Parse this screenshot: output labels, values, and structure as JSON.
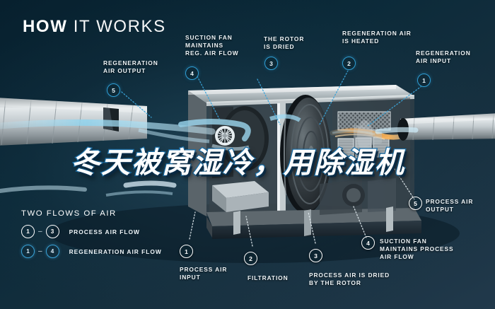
{
  "title": {
    "bold": "HOW",
    "light": "IT WORKS"
  },
  "headline": {
    "text": "冬天被窝湿冷，用除湿机"
  },
  "colors": {
    "background_top": "#07202e",
    "background_bottom": "#21394b",
    "accent_blue": "#2f9fd6",
    "text_white": "#eef4f7",
    "heater_orange": "#f0953a"
  },
  "legend": {
    "heading": "TWO FLOWS OF AIR",
    "rows": [
      {
        "from": "1",
        "to": "3",
        "dash": "–",
        "label": "PROCESS AIR FLOW",
        "style": "white"
      },
      {
        "from": "1",
        "to": "4",
        "dash": "–",
        "label": "REGENERATION AIR FLOW",
        "style": "blue"
      }
    ]
  },
  "callouts": [
    {
      "num": "5",
      "style": "blue",
      "label": "REGENERATION\nAIR OUTPUT",
      "label_l1": "REGENERATION",
      "label_l2": "AIR OUTPUT",
      "label_l3": ""
    },
    {
      "num": "4",
      "style": "blue",
      "label": "SUCTION FAN MAINTAINS REG. AIR FLOW",
      "label_l1": "SUCTION FAN",
      "label_l2": "MAINTAINS",
      "label_l3": "REG. AIR FLOW"
    },
    {
      "num": "3",
      "style": "blue",
      "label": "THE ROTOR IS DRIED",
      "label_l1": "THE ROTOR",
      "label_l2": "IS DRIED",
      "label_l3": ""
    },
    {
      "num": "2",
      "style": "blue",
      "label": "REGENERATION AIR IS HEATED",
      "label_l1": "REGENERATION AIR",
      "label_l2": "IS HEATED",
      "label_l3": ""
    },
    {
      "num": "1",
      "style": "blue",
      "label": "REGENERATION AIR INPUT",
      "label_l1": "REGENERATION",
      "label_l2": "AIR INPUT",
      "label_l3": ""
    },
    {
      "num": "1",
      "style": "white",
      "label": "PROCESS AIR INPUT",
      "label_l1": "PROCESS AIR",
      "label_l2": "INPUT",
      "label_l3": ""
    },
    {
      "num": "2",
      "style": "white",
      "label": "FILTRATION",
      "label_l1": "FILTRATION",
      "label_l2": "",
      "label_l3": ""
    },
    {
      "num": "3",
      "style": "white",
      "label": "PROCESS AIR IS DRIED BY THE ROTOR",
      "label_l1": "PROCESS AIR IS DRIED",
      "label_l2": "BY THE ROTOR",
      "label_l3": ""
    },
    {
      "num": "4",
      "style": "white",
      "label": "SUCTION FAN MAINTAINS PROCESS AIR FLOW",
      "label_l1": "SUCTION FAN",
      "label_l2": "MAINTAINS PROCESS",
      "label_l3": "AIR FLOW"
    },
    {
      "num": "5",
      "style": "white",
      "label": "PROCESS AIR OUTPUT",
      "label_l1": "PROCESS AIR",
      "label_l2": "OUTPUT",
      "label_l3": ""
    }
  ],
  "diagram": {
    "caption": "Cutaway rendering of a desiccant dehumidifier showing rotor wheel, fan, heater coil, filters and spiral ductwork with blue airflow arrows"
  }
}
